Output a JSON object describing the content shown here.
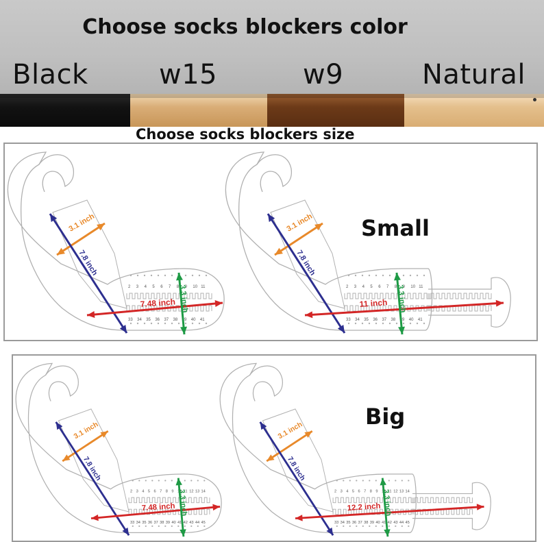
{
  "header": {
    "title": "Choose socks blockers color",
    "colors": [
      {
        "label": "Black"
      },
      {
        "label": "w15"
      },
      {
        "label": "w9"
      },
      {
        "label": "Natural"
      }
    ]
  },
  "size_section": {
    "title": "Choose socks blockers size",
    "small": {
      "label": "Small",
      "short": {
        "width": "3.1 inch",
        "length": "7.8 inch",
        "foot": "7.48 inch",
        "heel": "3.3 inch",
        "sizes_top": [
          "2",
          "3",
          "4",
          "5",
          "6",
          "7",
          "8",
          "9",
          "10",
          "11"
        ],
        "sizes_bottom": [
          "33",
          "34",
          "35",
          "36",
          "37",
          "38",
          "39",
          "40",
          "41"
        ]
      },
      "long": {
        "width": "3.1 inch",
        "length": "7.8 inch",
        "foot": "11 inch",
        "heel": "3.3 inch",
        "sizes_top": [
          "2",
          "3",
          "4",
          "5",
          "6",
          "7",
          "8",
          "9",
          "10",
          "11"
        ],
        "sizes_bottom": [
          "33",
          "34",
          "35",
          "36",
          "37",
          "38",
          "39",
          "40",
          "41"
        ]
      }
    },
    "big": {
      "label": "Big",
      "short": {
        "width": "3.1 inch",
        "length": "7.8 inch",
        "foot": "7.48 inch",
        "heel": "3.3 inch",
        "sizes_top": [
          "2",
          "3",
          "4",
          "5",
          "6",
          "7",
          "8",
          "9",
          "10",
          "11",
          "12",
          "13",
          "14"
        ],
        "sizes_bottom": [
          "33",
          "34",
          "35",
          "36",
          "37",
          "38",
          "39",
          "40",
          "41",
          "42",
          "43",
          "44",
          "45"
        ]
      },
      "long": {
        "width": "3.1 inch",
        "length": "7.8 inch",
        "foot": "12.2 inch",
        "heel": "3.3 inch",
        "sizes_top": [
          "2",
          "3",
          "4",
          "5",
          "6",
          "7",
          "8",
          "9",
          "10",
          "11",
          "12",
          "13",
          "14"
        ],
        "sizes_bottom": [
          "33",
          "34",
          "35",
          "36",
          "37",
          "38",
          "39",
          "40",
          "41",
          "42",
          "43",
          "44",
          "45"
        ]
      }
    }
  },
  "colors_meta": {
    "orange": "#e8892a",
    "navy": "#2d2f8f",
    "red": "#d32626",
    "green": "#1e9a45",
    "outline": "#b0b0b0"
  }
}
